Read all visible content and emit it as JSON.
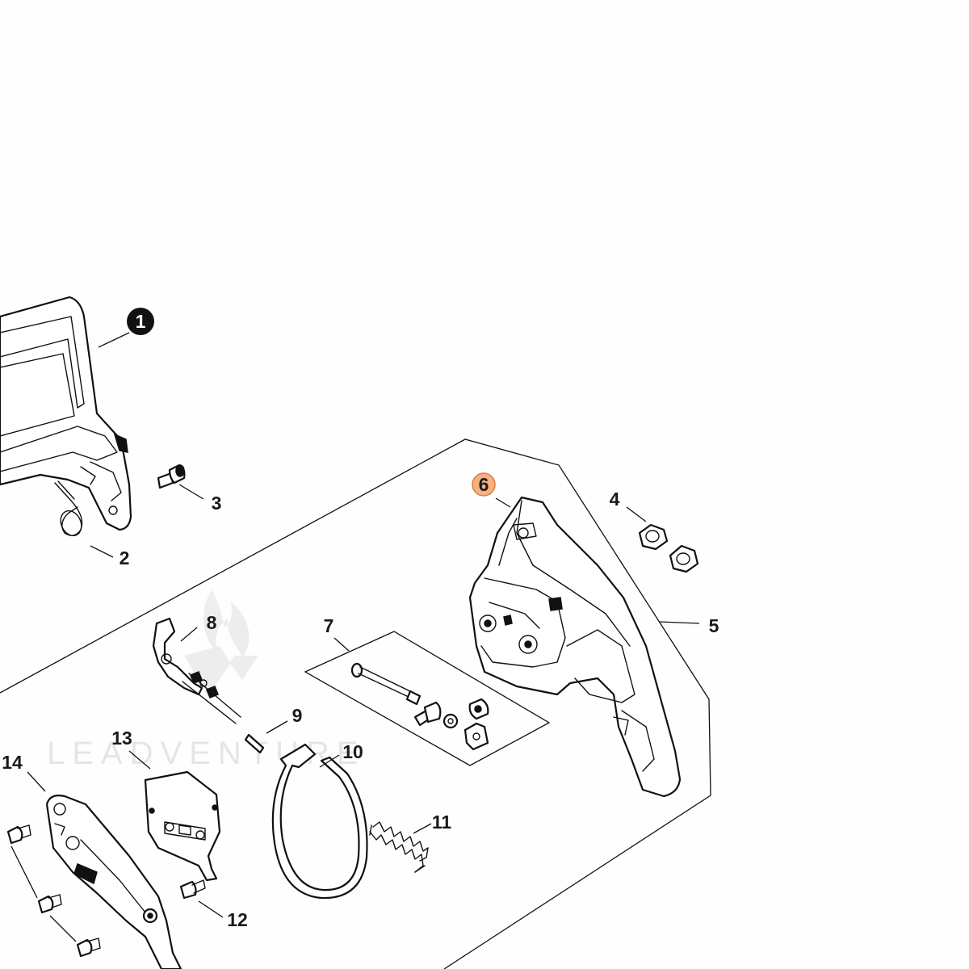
{
  "diagram": {
    "watermark": "LEADVENTURE",
    "highlight_color": "#f4b183",
    "highlight_stroke": "#e07b39",
    "badge_color": "#111111",
    "callouts": [
      {
        "id": "1",
        "label": "1",
        "style": "badge"
      },
      {
        "id": "2",
        "label": "2",
        "style": "plain"
      },
      {
        "id": "3",
        "label": "3",
        "style": "plain"
      },
      {
        "id": "4",
        "label": "4",
        "style": "plain"
      },
      {
        "id": "5",
        "label": "5",
        "style": "plain"
      },
      {
        "id": "6",
        "label": "6",
        "style": "highlighted"
      },
      {
        "id": "7",
        "label": "7",
        "style": "plain"
      },
      {
        "id": "8",
        "label": "8",
        "style": "plain"
      },
      {
        "id": "9",
        "label": "9",
        "style": "plain"
      },
      {
        "id": "10",
        "label": "10",
        "style": "plain"
      },
      {
        "id": "11",
        "label": "11",
        "style": "plain"
      },
      {
        "id": "12",
        "label": "12",
        "style": "plain"
      },
      {
        "id": "13",
        "label": "13",
        "style": "plain"
      },
      {
        "id": "14",
        "label": "14",
        "style": "plain"
      }
    ]
  }
}
